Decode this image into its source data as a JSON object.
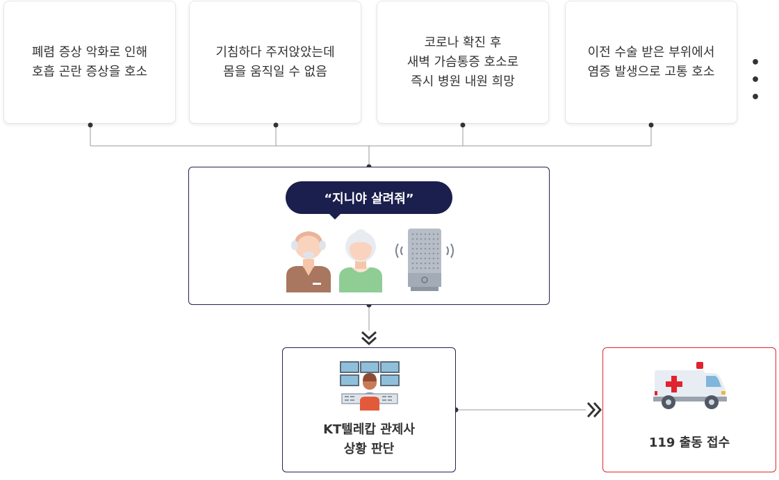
{
  "symptom_cards": [
    {
      "text": "폐렴 증상 악화로 인해\n호흡 곤란 증상을 호소"
    },
    {
      "text": "기침하다 주저앉았는데\n몸을 움직일 수 없음"
    },
    {
      "text": "코로나 확진 후\n새벽 가슴통증 호소로\n즉시 병원 내원 희망"
    },
    {
      "text": "이전 수술 받은 부위에서\n염증 발생으로 고통 호소"
    }
  ],
  "more_indicator": "• • •",
  "speech_bubble": "“지니야 살려줘”",
  "control_center": {
    "label": "KT텔레캅 관제사\n상황 판단"
  },
  "ems": {
    "label": "119 출동 접수"
  },
  "colors": {
    "navy": "#1b1f4d",
    "ems_red": "#e0242f",
    "line": "#999999"
  },
  "icons": [
    "elderly-man-icon",
    "elderly-woman-icon",
    "smart-speaker-icon",
    "monitoring-operator-icon",
    "ambulance-icon"
  ]
}
